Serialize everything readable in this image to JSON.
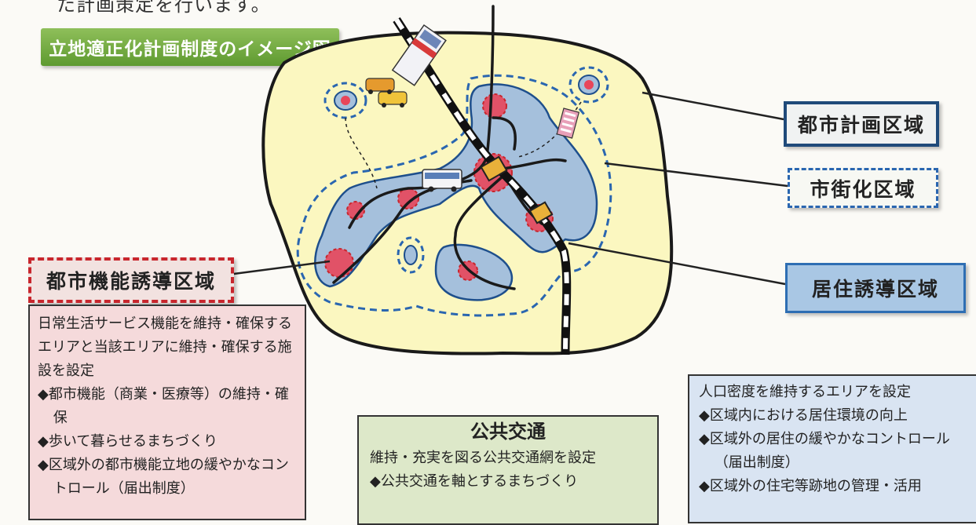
{
  "top_partial_text": "た計画策定を行います。",
  "title": "立地適正化計画制度のイメージ図",
  "labels": {
    "city_planning_area": "都市計画区域",
    "urbanization_area": "市街化区域",
    "residential_induction_area": "居住誘導区域",
    "urban_function_induction_area": "都市機能誘導区域"
  },
  "urban_function_box": {
    "text": "日常生活サービス機能を維持・確保するエリアと当該エリアに維持・確保する施設を設定",
    "bullets": [
      "◆都市機能（商業・医療等）の維持・確保",
      "◆歩いて暮らせるまちづくり",
      "◆区域外の都市機能立地の緩やかなコントロール（届出制度）"
    ]
  },
  "public_transport_box": {
    "title": "公共交通",
    "text": "維持・充実を図る公共交通網を設定",
    "bullets": [
      "◆公共交通を軸とするまちづくり"
    ]
  },
  "residential_box": {
    "text": "人口密度を維持するエリアを設定",
    "bullets": [
      "◆区域内における居住環境の向上",
      "◆区域外の居住の緩やかなコントロール（届出制度）",
      "◆区域外の住宅等跡地の管理・活用"
    ]
  },
  "colors": {
    "city_area_fill": "#fbf7c0",
    "residential_fill": "#a5c0dc",
    "urbanization_border": "#2a66b0",
    "function_circle": "#e8465a",
    "title_green": "#6fa53c"
  },
  "icons": [
    "car-icon",
    "bus-icon",
    "train-icon",
    "building-icon",
    "station-icon"
  ]
}
